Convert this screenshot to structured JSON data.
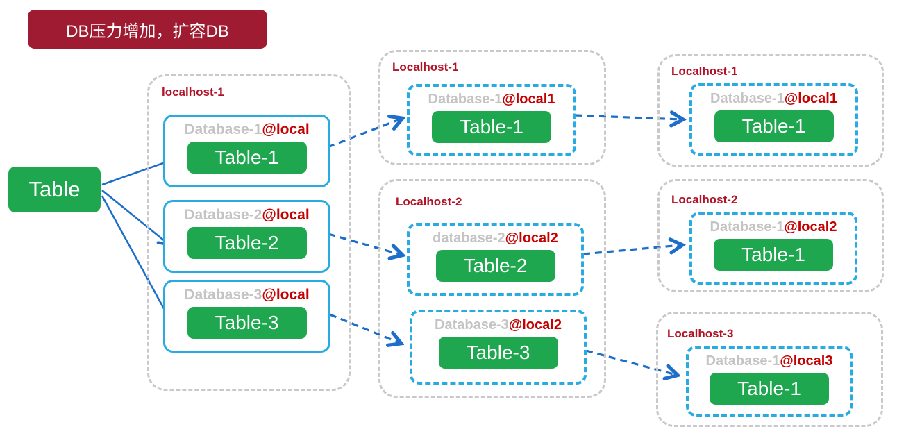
{
  "title": {
    "text": "DB压力增加，扩容DB"
  },
  "source": {
    "label": "Table"
  },
  "colors": {
    "banner_bg": "#9E1B32",
    "node_green": "#1FA750",
    "box_blue": "#29ABE2",
    "arrow_blue": "#1C6EC8",
    "host_label_red": "#B11226",
    "at_red": "#C40000",
    "db_name_gray": "#C4C4C4",
    "container_gray": "#C9C9C9"
  },
  "stage1": {
    "host_label": "localhost-1",
    "databases": [
      {
        "name": "Database-1",
        "at": "@local",
        "table": "Table-1"
      },
      {
        "name": "Database-2",
        "at": "@local",
        "table": "Table-2"
      },
      {
        "name": "Database-3",
        "at": "@local",
        "table": "Table-3"
      }
    ]
  },
  "stage2": {
    "hosts": [
      {
        "label": "Localhost-1",
        "databases": [
          {
            "name": "Database-1",
            "at": "@local1",
            "table": "Table-1"
          }
        ]
      },
      {
        "label": "Localhost-2",
        "databases": [
          {
            "name": "database-2",
            "at": "@local2",
            "table": "Table-2"
          },
          {
            "name": "Database-3",
            "at": "@local2",
            "table": "Table-3"
          }
        ]
      }
    ]
  },
  "stage3": {
    "hosts": [
      {
        "label": "Localhost-1",
        "databases": [
          {
            "name": "Database-1",
            "at": "@local1",
            "table": "Table-1"
          }
        ]
      },
      {
        "label": "Localhost-2",
        "databases": [
          {
            "name": "Database-1",
            "at": "@local2",
            "table": "Table-1"
          }
        ]
      },
      {
        "label": "Localhost-3",
        "databases": [
          {
            "name": "Database-1",
            "at": "@local3",
            "table": "Table-1"
          }
        ]
      }
    ]
  }
}
